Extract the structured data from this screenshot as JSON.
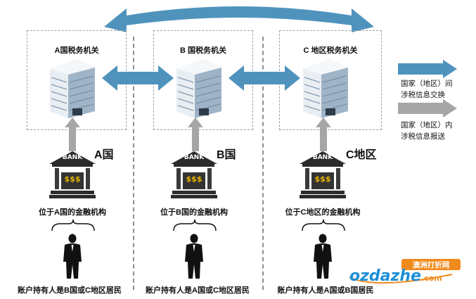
{
  "jurisdictions": [
    {
      "authority": "A国税务机关",
      "country": "A国",
      "institution": "位于A国的金融机构",
      "holders": "账户持有人是B国或C地区居民"
    },
    {
      "authority": "B 国税务机关",
      "country": "B国",
      "institution": "位于B国的金融机构",
      "holders": "账户持有人是A国或C地区居民"
    },
    {
      "authority": "C 地区税务机关",
      "country": "C地区",
      "institution": "位于C地区的金融机构",
      "holders": "账户持有人是A国或B国居民"
    }
  ],
  "bank_sign": "BANK",
  "bank_money": "$$$",
  "legend": {
    "exchange_line1": "国家（地区）间",
    "exchange_line2": "涉税信息交换",
    "report_line1": "国家（地区）内",
    "report_line2": "涉税信息报送"
  },
  "colors": {
    "exchange_arrow": "#4f93bd",
    "report_arrow": "#a6a6a6",
    "watermark_orange": "#f08a1c",
    "watermark_blue": "#1f8fd6"
  },
  "watermark": {
    "brand": "ozdazhe",
    "domain": ".com",
    "badge": "澳洲打折网"
  }
}
